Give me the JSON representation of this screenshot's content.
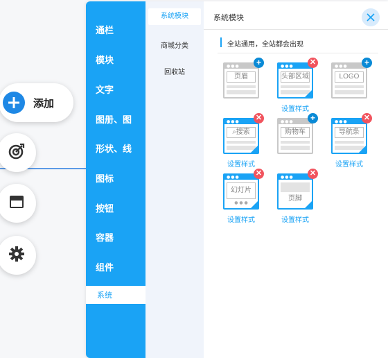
{
  "toolbar": {
    "add_label": "添加",
    "add_icon": "plus-icon",
    "target_icon": "target-icon",
    "layout_icon": "window-icon",
    "settings_icon": "gear-icon"
  },
  "nav": {
    "items": [
      "通栏",
      "模块",
      "文字",
      "图册、图",
      "形状、线",
      "图标",
      "按钮",
      "容器",
      "组件"
    ],
    "active": "系统"
  },
  "subnav": {
    "items": [
      "系统模块",
      "商城分类",
      "回收站"
    ]
  },
  "content": {
    "title": "系统模块",
    "hint": "全站通用，全站都会出现",
    "style_link": "设置样式",
    "modules": [
      {
        "label": "页眉",
        "action": "add"
      },
      {
        "label": "头部区域",
        "action": "remove"
      },
      {
        "label": "LOGO",
        "action": "add"
      },
      {
        "label": "搜索",
        "action": "remove"
      },
      {
        "label": "购物车",
        "action": "add"
      },
      {
        "label": "导航条",
        "action": "remove"
      },
      {
        "label": "幻灯片",
        "action": "remove"
      },
      {
        "label": "页脚",
        "action": "remove"
      }
    ]
  },
  "colors": {
    "accent": "#1aa3f5",
    "add_badge": "#0a8ad6",
    "remove_badge": "#f1545e"
  }
}
